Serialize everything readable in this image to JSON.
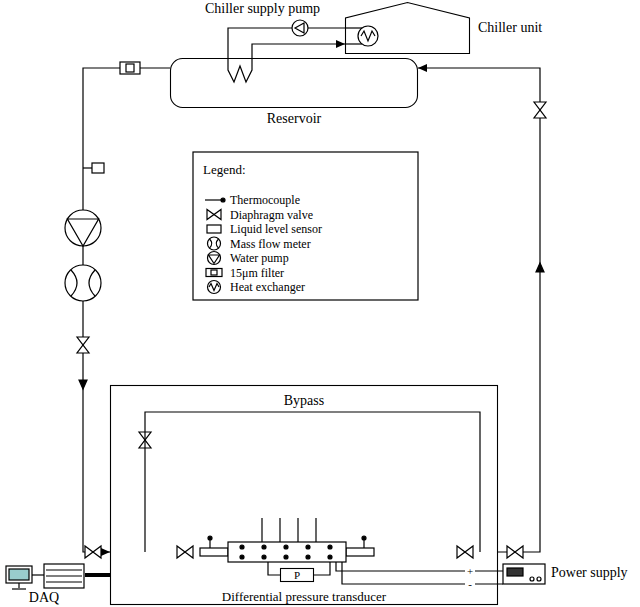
{
  "diagram": {
    "nodes": [
      {
        "text": [
          "Chiller unit"
        ]
      },
      {
        "text": [
          "Reservoir"
        ]
      },
      {
        "text": [
          "Bypass",
          "Differential pressure transducer"
        ]
      },
      {
        "text": [
          "P"
        ],
        "in": 2
      },
      {
        "text": [
          "DAQ"
        ]
      },
      {
        "text": [
          "Power supply"
        ]
      }
    ],
    "edges": [
      {
        "from": 1,
        "to": 0,
        "arrow": "to"
      },
      {
        "from": 0,
        "to": 1,
        "arrow": "none"
      },
      {
        "from": 1,
        "to": 2,
        "arrow": "to"
      },
      {
        "from": 2,
        "to": 1,
        "arrow": "to"
      },
      {
        "from": 4,
        "to": 2,
        "arrow": "none"
      }
    ],
    "labels": [
      "Chiller supply pump",
      "Legend:",
      "+",
      "-"
    ],
    "legend": [
      {
        "text": "Thermocouple"
      },
      {
        "text": "Diaphragm valve"
      },
      {
        "text": "Liquid level sensor"
      },
      {
        "text": "Mass flow meter"
      },
      {
        "text": "Water pump"
      },
      {
        "text": "15μm filter"
      },
      {
        "text": "Heat exchanger"
      }
    ]
  }
}
